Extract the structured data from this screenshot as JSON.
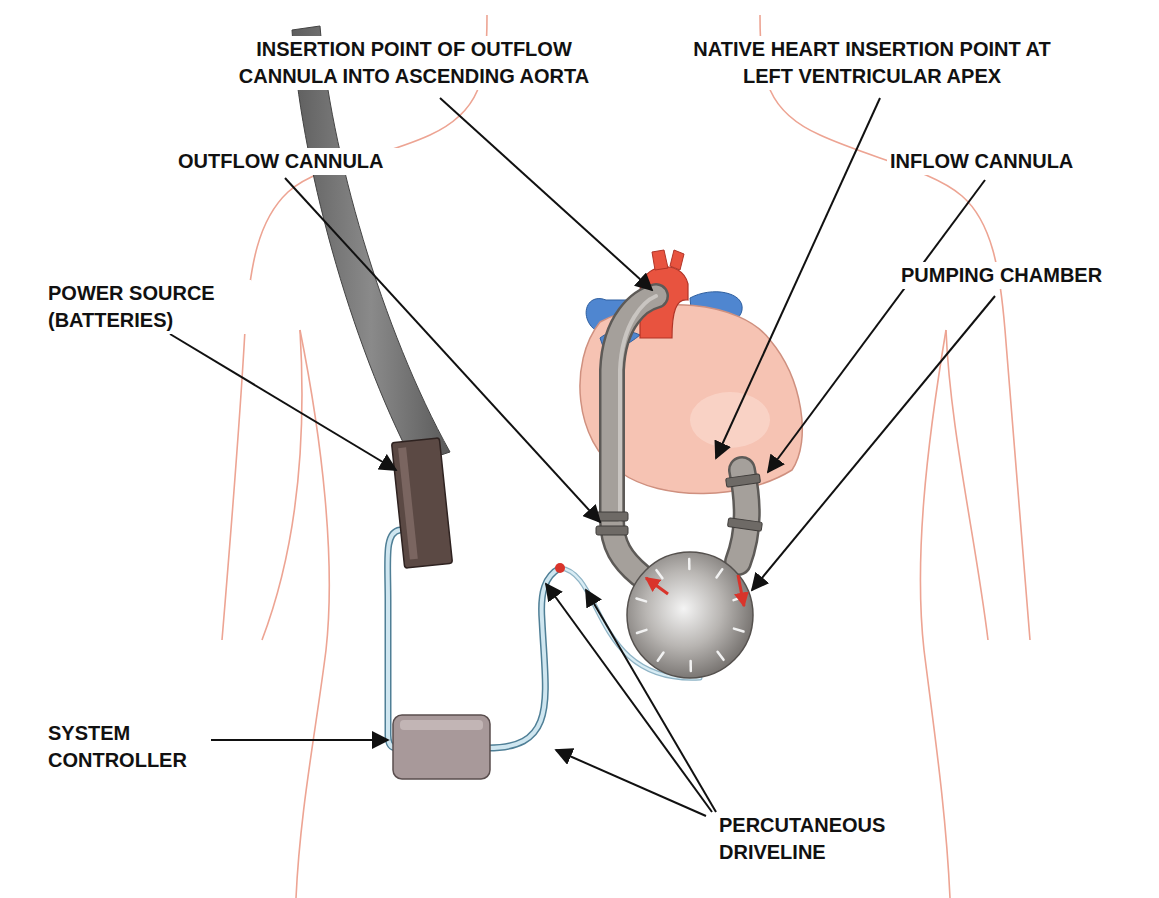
{
  "diagram": {
    "labels": [
      "INSERTION POINT OF OUTFLOW CANNULA INTO ASCENDING AORTA",
      "NATIVE HEART INSERTION POINT AT LEFT VENTRICULAR APEX",
      "OUTFLOW CANNULA",
      "INFLOW CANNULA",
      "PUMPING CHAMBER",
      "POWER SOURCE (BATTERIES)",
      "SYSTEM CONTROLLER",
      "PERCUTANEOUS DRIVELINE"
    ]
  }
}
